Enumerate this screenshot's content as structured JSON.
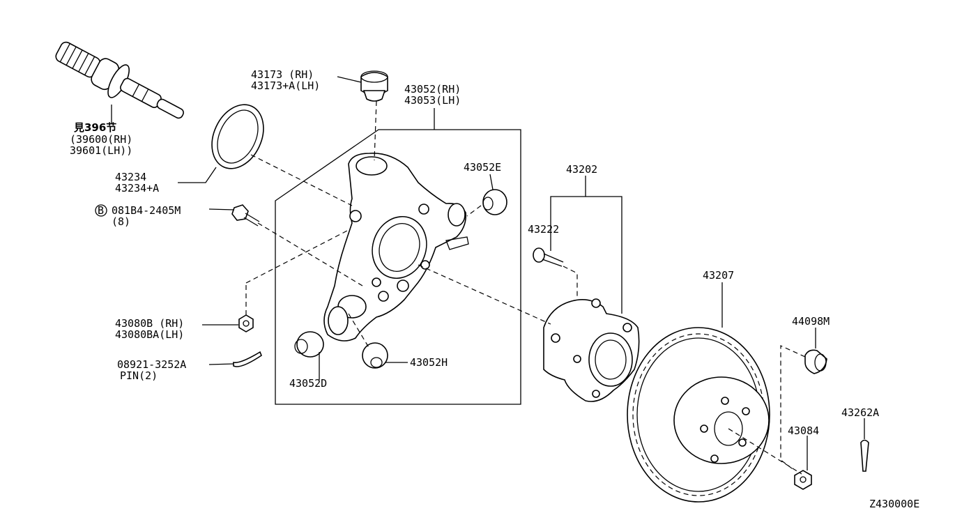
{
  "diagram_id": "Z430000E",
  "labels": {
    "ref_section": "見396节",
    "shaft_rh": "(39600(RH)",
    "shaft_lh": " 39601(LH))",
    "seal": "43234",
    "seal_a": "43234+A",
    "bolt_circle": "B",
    "bolt": "081B4-2405M",
    "bolt_qty": "(8)",
    "bushing_top_rh": "43173  (RH)",
    "bushing_top_lh": "43173+A(LH)",
    "knuckle_rh": "43052(RH)",
    "knuckle_lh": "43053(LH)",
    "bushing_e": "43052E",
    "bushing_h": "43052H",
    "bushing_d": "43052D",
    "nut_rh": "43080B (RH)",
    "nut_lh": "43080BA(LH)",
    "pin": "08921-3252A",
    "pin_qty": "PIN(2)",
    "hub_assy": "43202",
    "hub_bolt": "43222",
    "rotor": "43207",
    "rotor_screw": "44098M",
    "wheel_nut": "43084",
    "cotter": "43262A"
  }
}
